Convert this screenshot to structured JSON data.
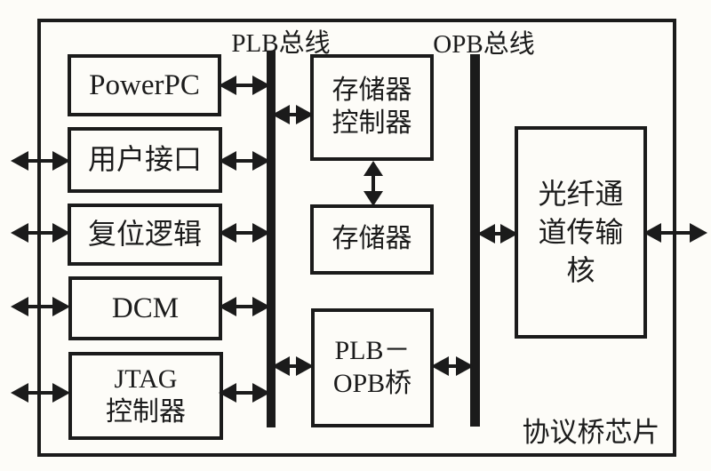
{
  "diagram": {
    "bus_labels": {
      "plb": "PLB总线",
      "opb": "OPB总线"
    },
    "chip_label": "协议桥芯片",
    "blocks": {
      "powerpc": {
        "label": "PowerPC"
      },
      "user_interface": {
        "label": "用户接口"
      },
      "reset_logic": {
        "label": "复位逻辑"
      },
      "dcm": {
        "label": "DCM"
      },
      "jtag_controller": {
        "line1": "JTAG",
        "line2": "控制器"
      },
      "memory_controller": {
        "line1": "存储器",
        "line2": "控制器"
      },
      "memory": {
        "label": "存储器"
      },
      "plb_opb_bridge": {
        "line1": "PLB－",
        "line2": "OPB桥"
      },
      "fibre_channel_core": {
        "line1": "光纤通",
        "line2": "道传输",
        "line3": "核"
      }
    },
    "colors": {
      "ink": "#1b1b1b",
      "paper": "#fdfcf8"
    }
  }
}
